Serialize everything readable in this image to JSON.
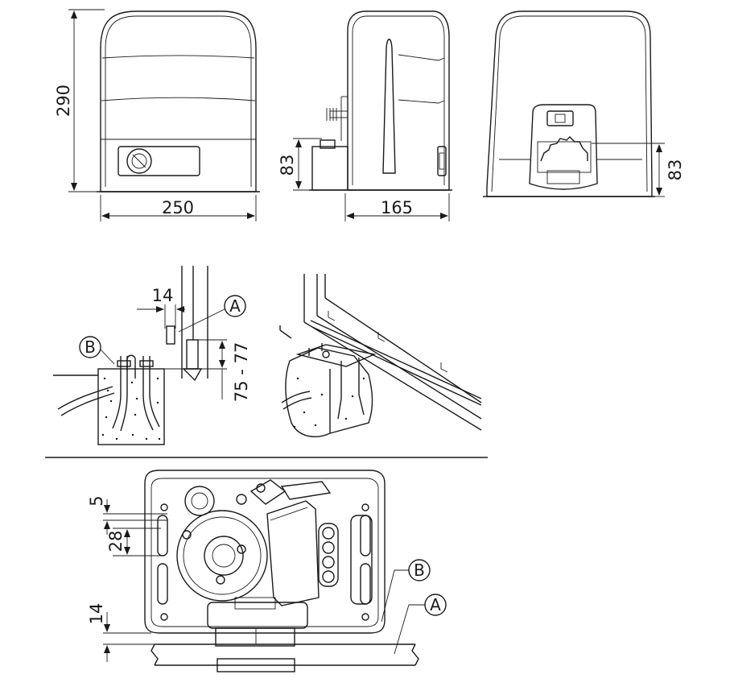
{
  "dimensions": {
    "front_height": "290",
    "front_width": "250",
    "side_base_height": "83",
    "side_depth": "165",
    "rear_pinion_height": "83",
    "rack_offset": "14",
    "rack_height_range": "75 - 77",
    "plate_edge": "5",
    "plate_slot": "28",
    "plate_offset": "14"
  },
  "callouts": {
    "rack": "A",
    "base_plate": "B"
  },
  "colors": {
    "line": "#1a1a1a",
    "background": "#ffffff"
  }
}
